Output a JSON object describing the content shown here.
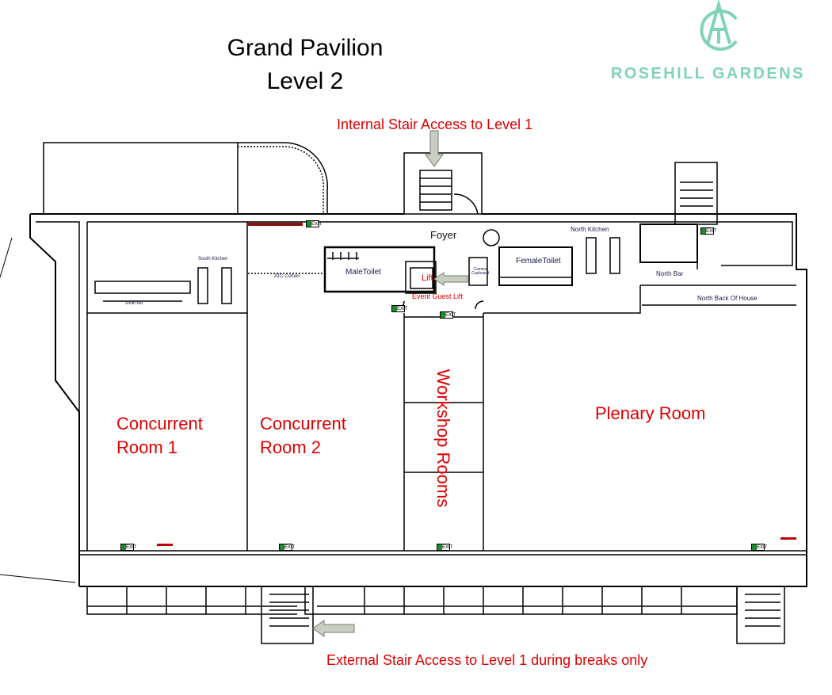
{
  "title": {
    "line1": "Grand Pavilion",
    "line2": "Level 2"
  },
  "brand": {
    "name": "ROSEHILL GARDENS",
    "logo_letters": "ACT",
    "color": "#7fd3b6"
  },
  "annotations": {
    "internal_stair": "Internal Stair Access to Level 1",
    "external_stair": "External Stair Access to Level 1 during breaks only",
    "lift": "Lift",
    "event_guest_lift": "Event Guest Lift"
  },
  "rooms": {
    "concurrent1": {
      "line1": "Concurrent",
      "line2": "Room 1"
    },
    "concurrent2": {
      "line1": "Concurrent",
      "line2": "Room 2"
    },
    "workshop": "Workshop Rooms",
    "plenary": "Plenary Room"
  },
  "areas": {
    "foyer": "Foyer",
    "male_toilet": "MaleToilet",
    "female_toilet": "FemaleToilet",
    "comms_cupboard": "Comms Cupboard",
    "south_kitchen": "South Kitchen",
    "atc_curtain": "ATC Curtain",
    "south_bar": "South Bar",
    "north_kitchen": "North Kitchen",
    "north_bar": "North Bar",
    "north_back_of_house": "North Back Of House"
  },
  "exit_sign": "EXIT",
  "colors": {
    "annotation": "#e00000",
    "exit": "#1c8a2e",
    "brand": "#7fd3b6"
  }
}
